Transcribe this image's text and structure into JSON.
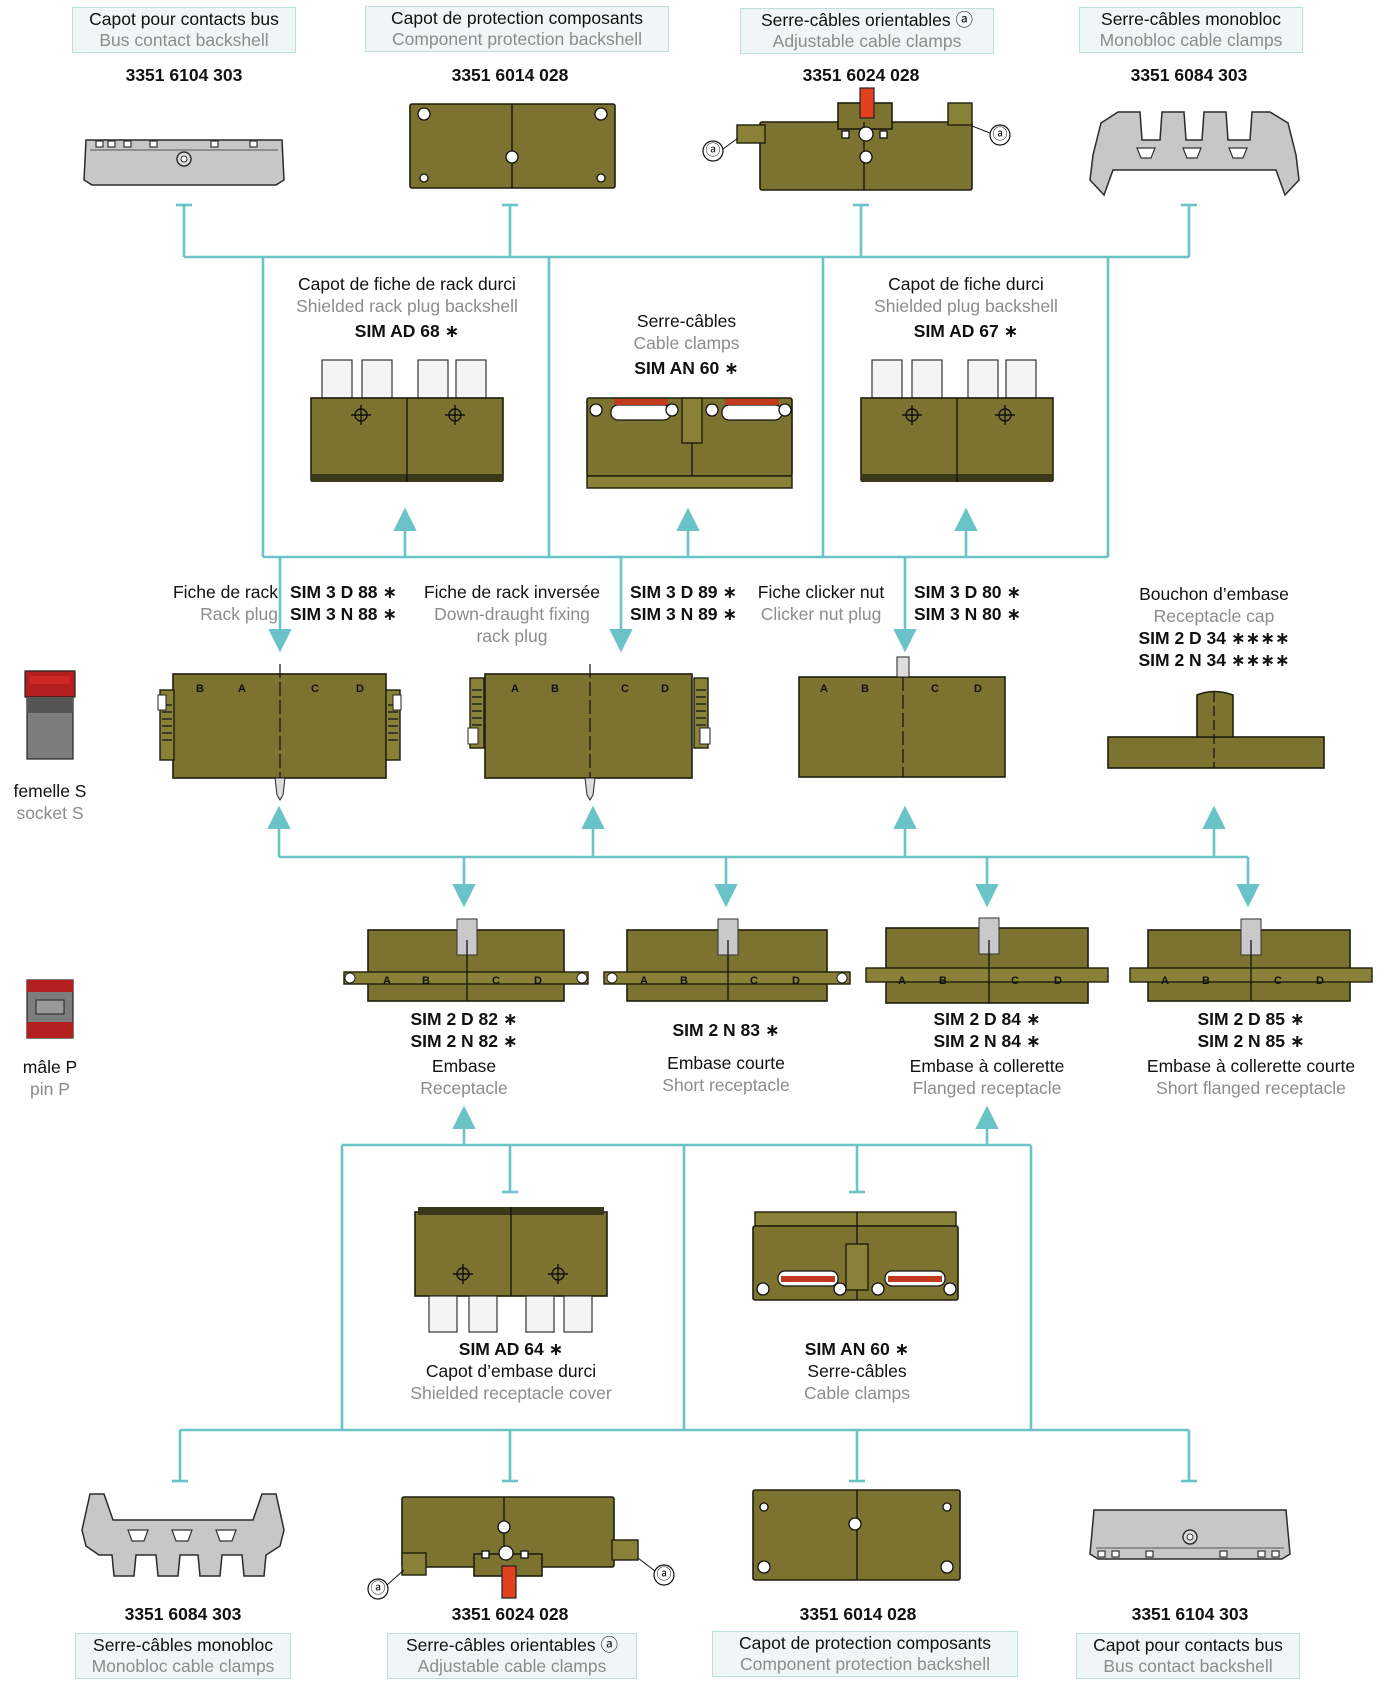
{
  "colors": {
    "connector": "#6ac3c6",
    "olive": "#7c7330",
    "grey": "#c7c7c7",
    "red": "#e2401f"
  },
  "top_accessories": [
    {
      "fr": "Capot pour contacts bus",
      "en": "Bus contact backshell",
      "ref": "3351 6104 303"
    },
    {
      "fr": "Capot de protection composants",
      "en": "Component protection backshell",
      "ref": "3351 6014 028"
    },
    {
      "fr": "Serre-câbles orientables ⓐ",
      "en": "Adjustable cable clamps",
      "ref": "3351 6024 028"
    },
    {
      "fr": "Serre-câbles monobloc",
      "en": "Monobloc cable clamps",
      "ref": "3351 6084 303"
    }
  ],
  "plug_backshells": [
    {
      "fr": "Capot de fiche de rack durci",
      "en": "Shielded rack plug backshell",
      "ref": "SIM AD 68 ∗"
    },
    {
      "fr": "Serre-câbles",
      "en": "Cable clamps",
      "ref": "SIM AN 60 ∗"
    },
    {
      "fr": "Capot de fiche durci",
      "en": "Shielded plug backshell",
      "ref": "SIM AD 67 ∗"
    }
  ],
  "plugs": [
    {
      "fr": "Fiche de rack",
      "en": "Rack plug",
      "ref1": "SIM 3 D 88 ∗",
      "ref2": "SIM 3 N 88 ∗"
    },
    {
      "fr": "Fiche de rack inversée",
      "en": "Down-draught fixing",
      "en2": "rack plug",
      "ref1": "SIM 3 D 89 ∗",
      "ref2": "SIM 3 N 89 ∗"
    },
    {
      "fr": "Fiche clicker nut",
      "en": "Clicker nut plug",
      "ref1": "SIM 3 D 80 ∗",
      "ref2": "SIM 3 N 80 ∗"
    },
    {
      "fr": "Bouchon d’embase",
      "en": "Receptacle cap",
      "ref1": "SIM 2 D 34 ∗∗∗∗",
      "ref2": "SIM 2 N 34 ∗∗∗∗"
    }
  ],
  "socket": {
    "fr": "femelle S",
    "en": "socket S"
  },
  "pin": {
    "fr": "mâle P",
    "en": "pin P"
  },
  "pin_letters": [
    "A",
    "B",
    "C",
    "D"
  ],
  "receptacles": [
    {
      "ref1": "SIM 2 D 82 ∗",
      "ref2": "SIM 2 N 82 ∗",
      "fr": "Embase",
      "en": "Receptacle"
    },
    {
      "ref1": "",
      "ref2": "SIM 2 N 83 ∗",
      "fr": "Embase courte",
      "en": "Short receptacle"
    },
    {
      "ref1": "SIM 2 D 84 ∗",
      "ref2": "SIM 2 N 84 ∗",
      "fr": "Embase à collerette",
      "en": "Flanged receptacle"
    },
    {
      "ref1": "SIM 2 D 85 ∗",
      "ref2": "SIM 2 N 85 ∗",
      "fr": "Embase à collerette courte",
      "en": "Short flanged receptacle"
    }
  ],
  "receptacle_backshells": [
    {
      "ref": "SIM AD 64 ∗",
      "fr": "Capot d’embase durci",
      "en": "Shielded receptacle cover"
    },
    {
      "ref": "SIM AN 60 ∗",
      "fr": "Serre-câbles",
      "en": "Cable clamps"
    }
  ],
  "bottom_accessories": [
    {
      "fr": "Serre-câbles monobloc",
      "en": "Monobloc cable clamps",
      "ref": "3351 6084 303"
    },
    {
      "fr": "Serre-câbles orientables ⓐ",
      "en": "Adjustable cable clamps",
      "ref": "3351 6024 028"
    },
    {
      "fr": "Capot de protection composants",
      "en": "Component protection backshell",
      "ref": "3351 6014 028"
    },
    {
      "fr": "Capot pour contacts bus",
      "en": "Bus contact backshell",
      "ref": "3351 6104 303"
    }
  ],
  "marker_a": "ⓐ"
}
